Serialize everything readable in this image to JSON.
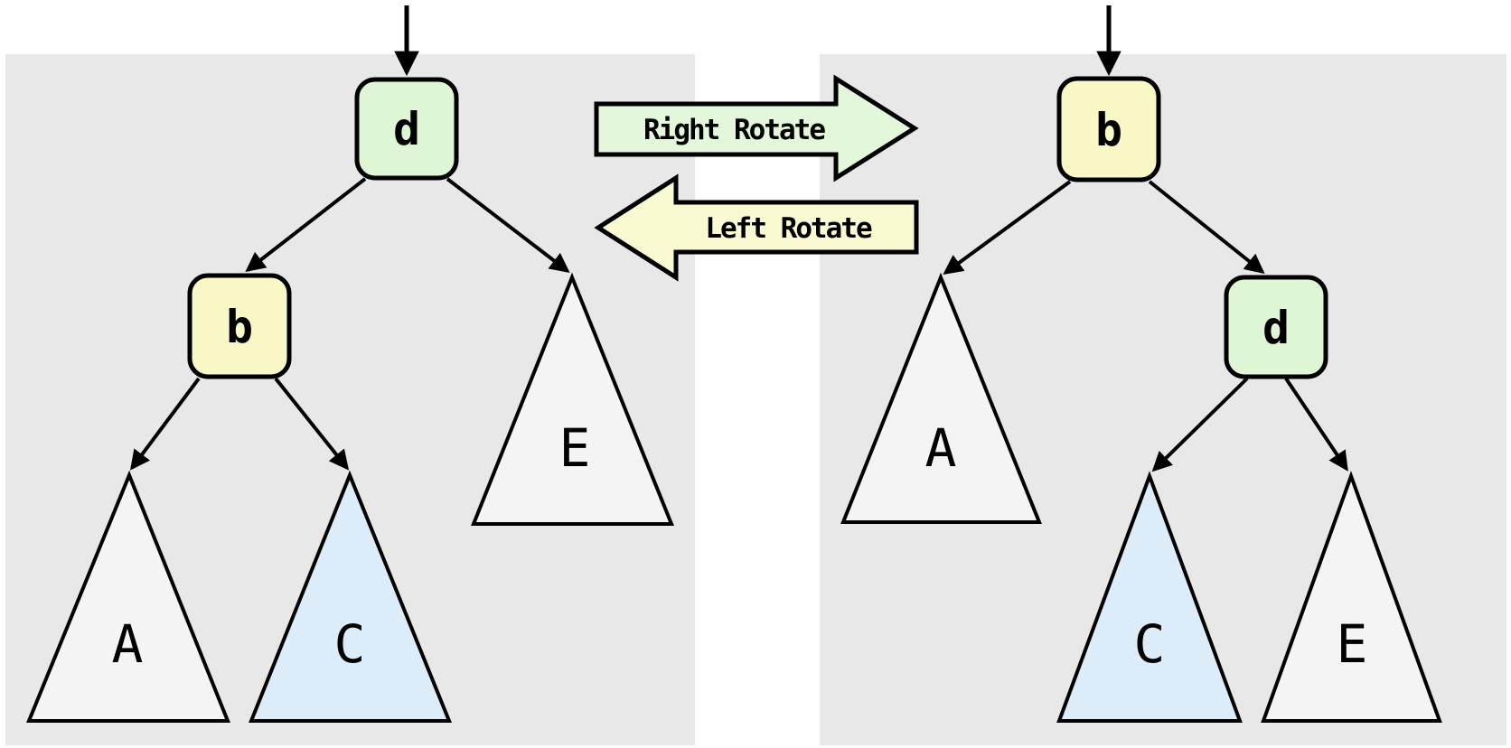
{
  "colors": {
    "panel_bg": "#e8e8e8",
    "node_green_fill": "#dff6d4",
    "node_yellow_fill": "#f8f7c5",
    "subtree_gray_fill": "#f4f4f4",
    "subtree_blue_fill": "#dcedf9",
    "arrow_green_fill": "#e3f8da",
    "arrow_yellow_fill": "#fafad2",
    "stroke": "#000000"
  },
  "rotate_arrows": {
    "right_rotate_label": "Right Rotate",
    "left_rotate_label": "Left Rotate"
  },
  "before_tree": {
    "root_label": "d",
    "left_child_label": "b",
    "right_subtree_label": "E",
    "left_grand_subtree_label": "A",
    "right_grand_subtree_label": "C"
  },
  "after_tree": {
    "root_label": "b",
    "right_child_label": "d",
    "left_subtree_label": "A",
    "left_grand_subtree_label": "C",
    "right_grand_subtree_label": "E"
  }
}
